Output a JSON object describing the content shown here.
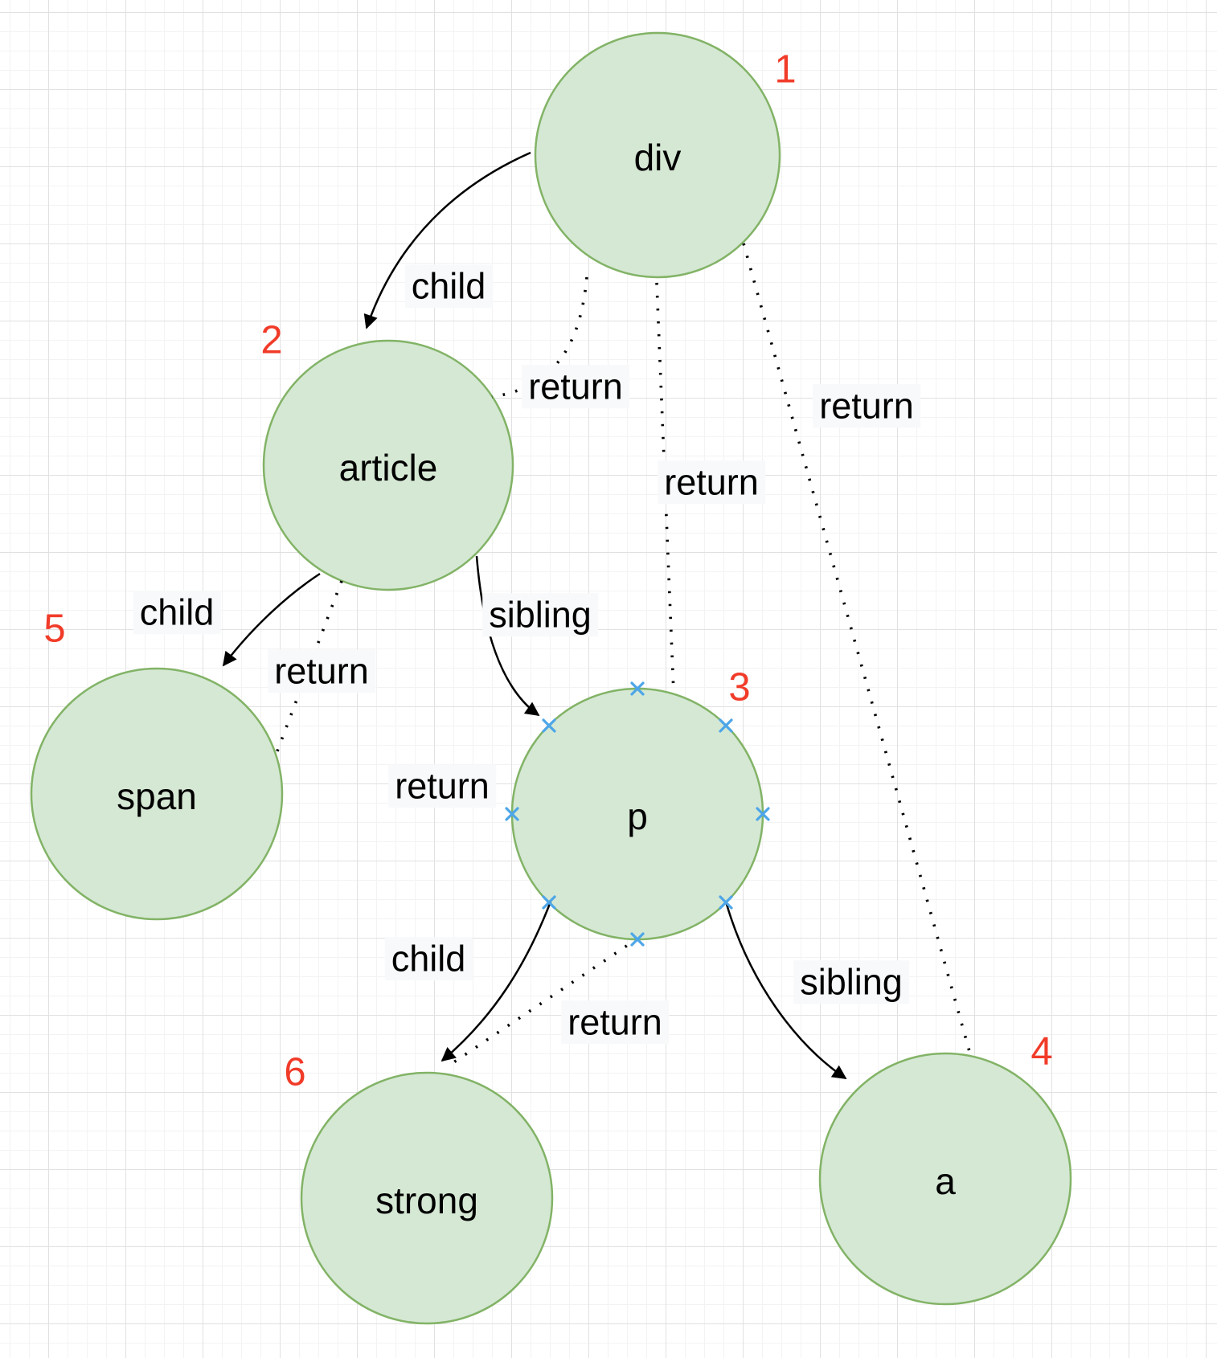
{
  "colors": {
    "canvas_bg": "#ffffff",
    "grid_minor": "#f3f3f3",
    "grid_major": "#e1e1e1",
    "node_fill": "#d5e8d4",
    "node_stroke": "#82b366",
    "edge_color": "#000000",
    "text_color": "#000000",
    "label_bg": "#f8f9fa",
    "number_color": "#f13b29",
    "connection_marker_color": "#4da6e8"
  },
  "nodes": [
    {
      "label": "div",
      "order": "1"
    },
    {
      "label": "article",
      "order": "2"
    },
    {
      "label": "p",
      "order": "3"
    },
    {
      "label": "a",
      "order": "4"
    },
    {
      "label": "span",
      "order": "5"
    },
    {
      "label": "strong",
      "order": "6"
    }
  ],
  "edge_labels": {
    "child_div_article": "child",
    "return_article_div": "return",
    "return_p_div": "return",
    "return_a_div": "return",
    "child_article_span": "child",
    "sibling_article_p": "sibling",
    "return_span_article": "return",
    "return_p_article": "return",
    "child_p_strong": "child",
    "return_strong_p": "return",
    "sibling_p_a": "sibling"
  }
}
